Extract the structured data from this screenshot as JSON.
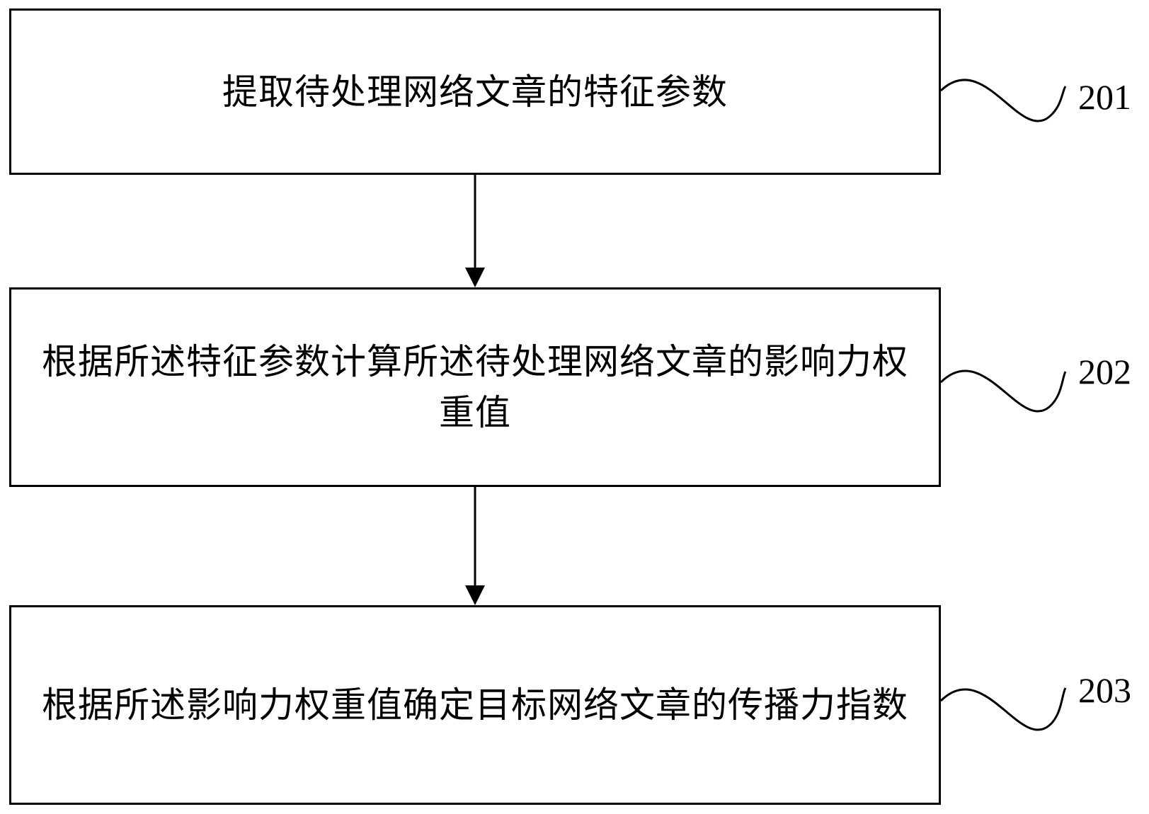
{
  "steps": [
    {
      "id": "201",
      "text": "提取待处理网络文章的特征参数"
    },
    {
      "id": "202",
      "text": "根据所述特征参数计算所述待处理网络文章的影响力权重值"
    },
    {
      "id": "203",
      "text": "根据所述影响力权重值确定目标网络文章的传播力指数"
    }
  ],
  "colors": {
    "stroke": "#000000",
    "background": "#ffffff"
  }
}
